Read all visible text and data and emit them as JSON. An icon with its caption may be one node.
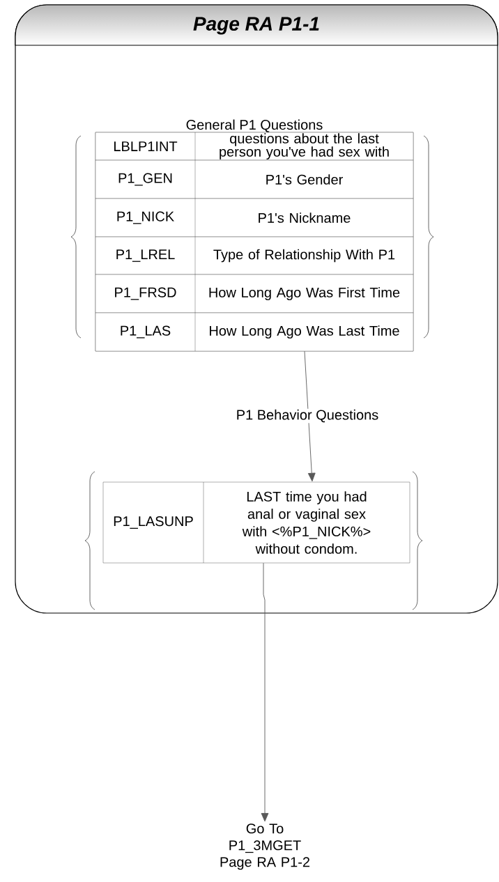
{
  "diagram": {
    "nodes": [
      {
        "text": [
          "Page RA P1-1"
        ]
      },
      {
        "text": [
          "General P1 Questions"
        ],
        "in": 0
      },
      {
        "text": [
          "LBLP1INT",
          "questions about the last person you've had sex with"
        ],
        "in": 1
      },
      {
        "text": [
          "P1_GEN",
          "P1's Gender"
        ],
        "in": 1
      },
      {
        "text": [
          "P1_NICK",
          "P1's Nickname"
        ],
        "in": 1
      },
      {
        "text": [
          "P1_LREL",
          "Type of Relationship With P1"
        ],
        "in": 1
      },
      {
        "text": [
          "P1_FRSD",
          "How Long Ago Was First Time"
        ],
        "in": 1
      },
      {
        "text": [
          "P1_LAS",
          "How Long Ago Was Last Time"
        ],
        "in": 1
      },
      {
        "text": [
          "P1_LASUNP",
          "LAST time you had anal or vaginal sex with <%P1_NICK%> without condom."
        ],
        "in": 0
      },
      {
        "text": [
          "Go To P1_3MGET Page RA P1-2"
        ]
      }
    ],
    "edges": [
      {
        "from": 1,
        "to": 8,
        "arrow": "to",
        "label": "P1 Behavior Questions"
      },
      {
        "from": 8,
        "to": 9,
        "arrow": "to"
      }
    ]
  }
}
